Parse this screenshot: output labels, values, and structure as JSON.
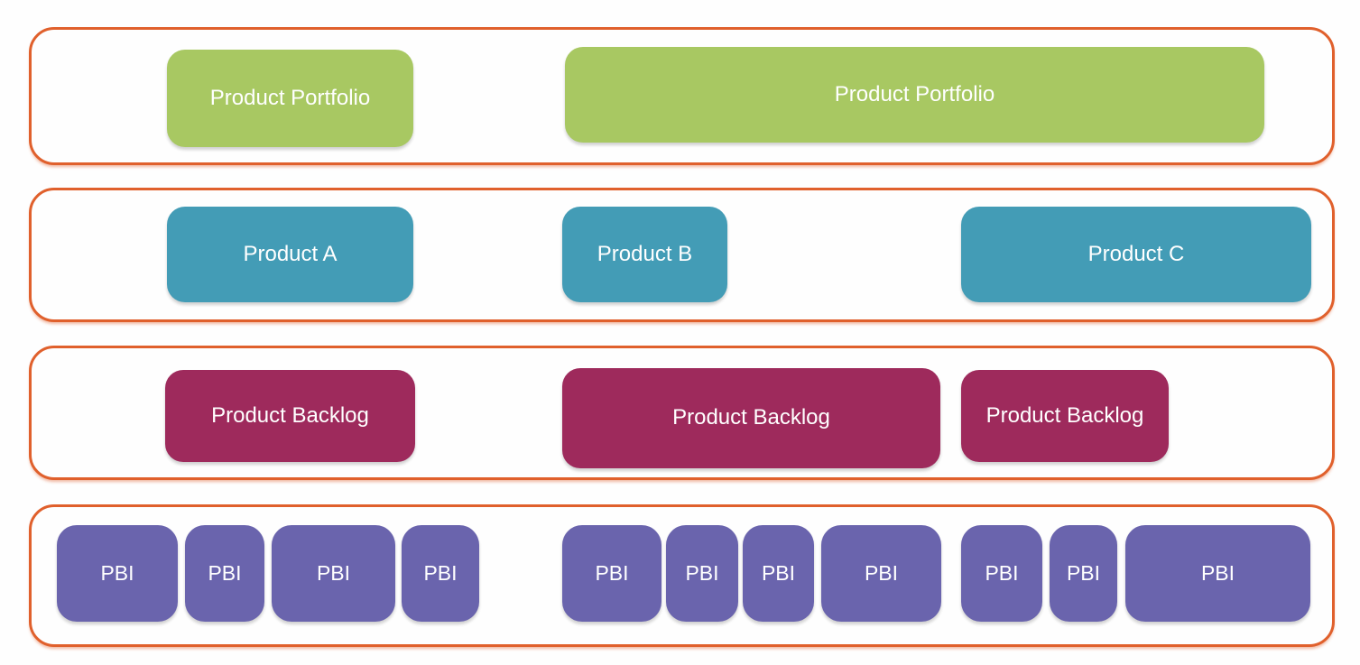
{
  "colors": {
    "lane_border_orange": "#e0602c",
    "portfolio_green": "#a8c862",
    "product_teal": "#439cb6",
    "backlog_magenta": "#9e2a5c",
    "pbi_purple": "#6a64ad",
    "label_text": "#ffffff",
    "background": "#fefefe"
  },
  "portfolio_lane": {
    "boxes": [
      "Product Portfolio",
      "Product Portfolio"
    ]
  },
  "product_lane": {
    "boxes": [
      "Product A",
      "Product B",
      "Product C"
    ]
  },
  "backlog_lane": {
    "boxes": [
      "Product Backlog",
      "Product Backlog",
      "Product Backlog"
    ]
  },
  "pbi_lane": {
    "boxes": [
      "PBI",
      "PBI",
      "PBI",
      "PBI",
      "PBI",
      "PBI",
      "PBI",
      "PBI",
      "PBI",
      "PBI",
      "PBI"
    ]
  }
}
